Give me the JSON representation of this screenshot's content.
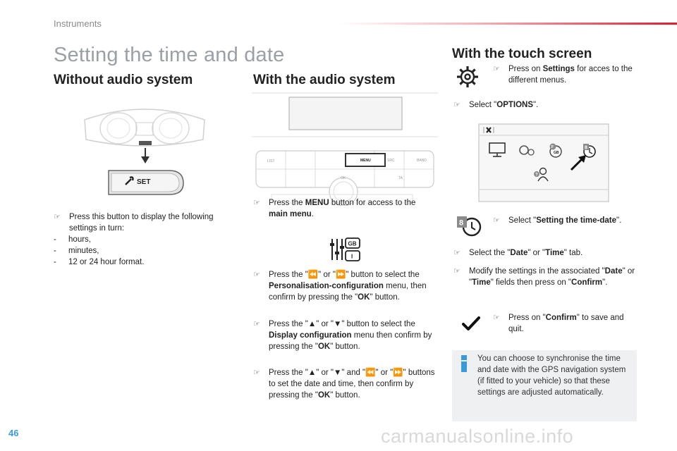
{
  "header": {
    "section": "Instruments"
  },
  "title": "Setting the time and date",
  "columns": {
    "without_audio": {
      "heading": "Without audio system",
      "button_label": "SET",
      "instruction": "Press this button to display the following settings in turn:",
      "list": [
        "hours,",
        "minutes,",
        "12 or 24 hour format."
      ]
    },
    "with_audio": {
      "heading": "With the audio system",
      "panel_labels": [
        "LIST",
        "MENU",
        "SRC",
        "BAND",
        "OK",
        "TA"
      ],
      "step1": {
        "pre": "Press the ",
        "b1": "MENU",
        "mid": " button for access to the ",
        "b2": "main menu",
        "post": "."
      },
      "step2": {
        "pre": "Press the \"⏪\" or \"⏩\" button to select the ",
        "b1": "Personalisation-configuration",
        "mid": " menu, then confirm by pressing the \"",
        "b2": "OK",
        "post": "\" button."
      },
      "step3": {
        "pre": "Press the \"▲\" or \"▼\" button to select the ",
        "b1": "Display configuration",
        "mid": " menu then confirm by pressing the \"",
        "b2": "OK",
        "post": "\" button."
      },
      "step4": {
        "pre": "Press the \"▲\" or \"▼\" and \"⏪\" or \"⏩\" buttons to set the date and time, then confirm by pressing the \"",
        "b1": "OK",
        "post": "\" button."
      },
      "settings_icon_labels": [
        "GB",
        "I"
      ]
    },
    "touch_screen": {
      "heading": "With the touch screen",
      "step1": {
        "pre": "Press on ",
        "b1": "Settings",
        "post": " for acces to the different menus."
      },
      "step2": {
        "pre": "Select \"",
        "b1": "OPTIONS",
        "post": "\"."
      },
      "step3": {
        "pre": "Select \"",
        "b1": "Setting the time-date",
        "post": "\"."
      },
      "step4": {
        "pre": "Select the \"",
        "b1": "Date",
        "mid": "\" or \"",
        "b2": "Time",
        "post": "\" tab."
      },
      "step5": {
        "pre": "Modify the settings in the associated \"",
        "b1": "Date",
        "mid": "\" or \"",
        "b2": "Time",
        "mid2": "\" fields then press on \"",
        "b3": "Confirm",
        "post": "\"."
      },
      "step6": {
        "pre": "Press on \"",
        "b1": "Confirm",
        "post": "\" to save and quit."
      },
      "screen_labels": [
        "F",
        "GB",
        "8",
        "?"
      ],
      "badge_number": "8",
      "info": "You can choose to synchronise the time and date with the GPS navigation system (if fitted to your vehicle) so that these settings are adjusted automatically."
    }
  },
  "bullet_glyph": "☞",
  "footer": {
    "page_number": "46",
    "watermark": "carmanualsonline.info"
  },
  "colors": {
    "accent_red": "#e01b2f",
    "badge_gray": "#8a8a8a",
    "info_blue": "#3a9ad9"
  }
}
